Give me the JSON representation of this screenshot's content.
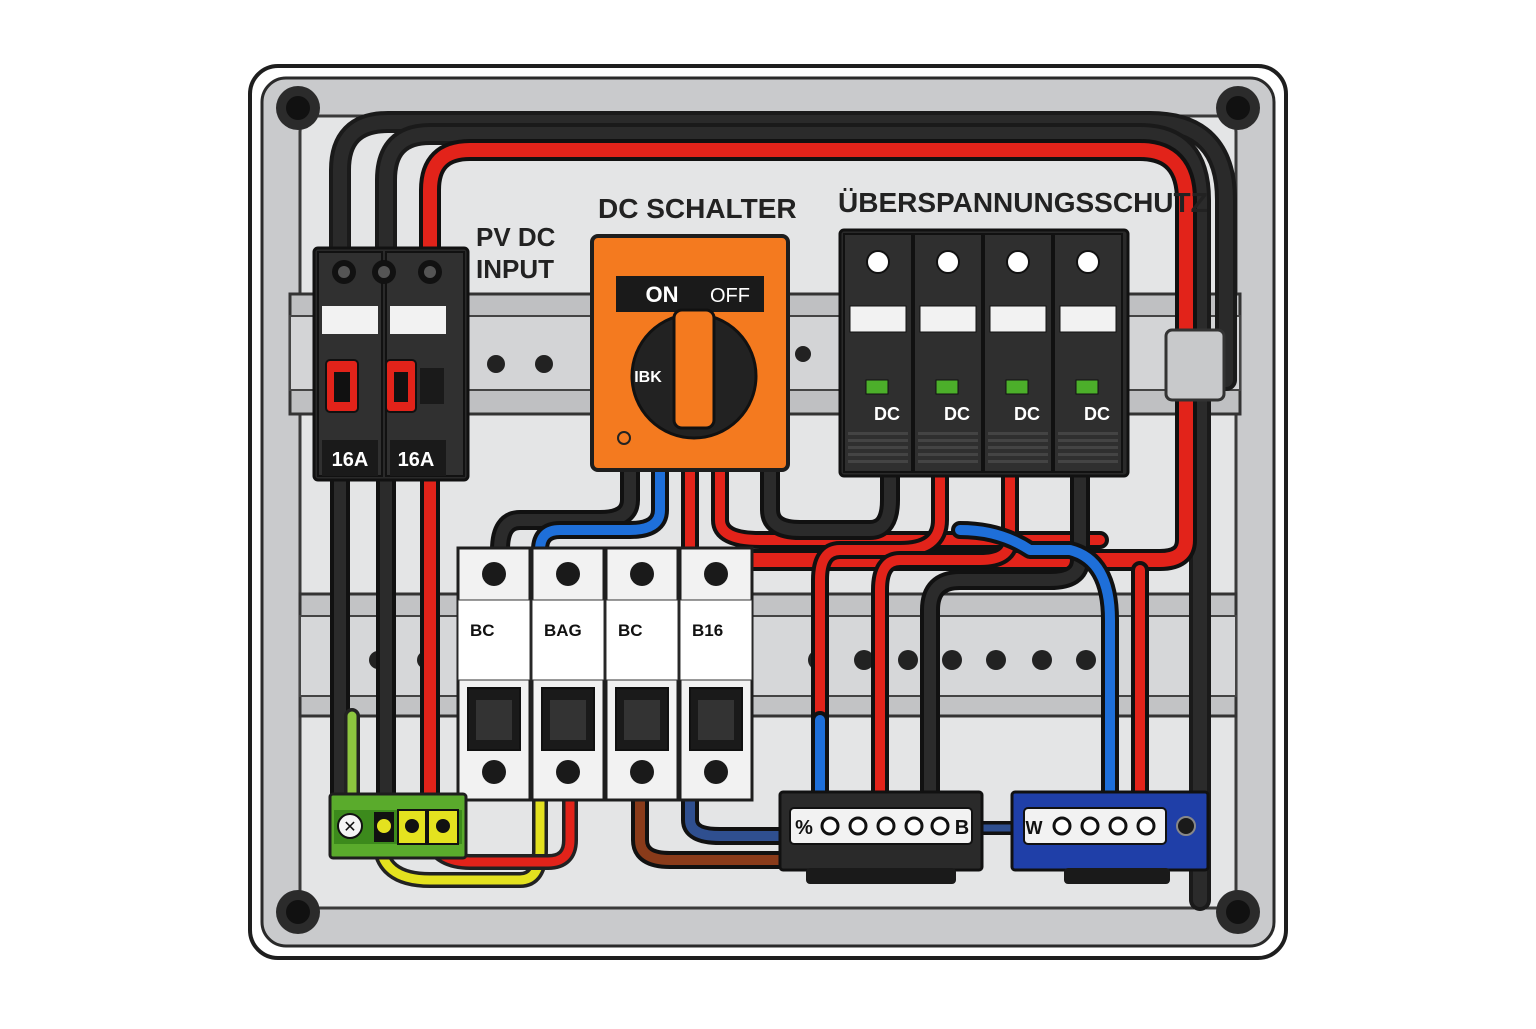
{
  "labels": {
    "pv_input_line1": "PV DC",
    "pv_input_line2": "INPUT",
    "dc_switch_title": "DC SCHALTER",
    "surge_title": "ÜBERSPANNUNGSSCHUTZ"
  },
  "fuse_holders": [
    {
      "rating": "16A"
    },
    {
      "rating": "16A"
    }
  ],
  "dc_switch": {
    "on_label": "ON",
    "off_label": "OFF",
    "knob_text": "IBK",
    "state": "ON"
  },
  "surge_modules": [
    {
      "label": "DC"
    },
    {
      "label": "DC"
    },
    {
      "label": "DC"
    },
    {
      "label": "DC"
    }
  ],
  "breakers": [
    {
      "label": "BC"
    },
    {
      "label": "BAG"
    },
    {
      "label": "BC"
    },
    {
      "label": "B16"
    }
  ],
  "terminal_blocks": {
    "black_left_mark": "%",
    "black_right_mark": "B",
    "blue_left_mark": "W"
  },
  "colors": {
    "enclosure": "#d9dadb",
    "dc_switch": "#f47a1f",
    "wire_positive": "#e2231a",
    "wire_negative": "#222222",
    "wire_blue": "#1e6fd9",
    "wire_earth": "#5aa62a",
    "terminal_green": "#5aab2c",
    "terminal_blue": "#1f3fa8"
  },
  "icons": {
    "screw": "screw-icon",
    "indicator": "status-window-icon"
  }
}
